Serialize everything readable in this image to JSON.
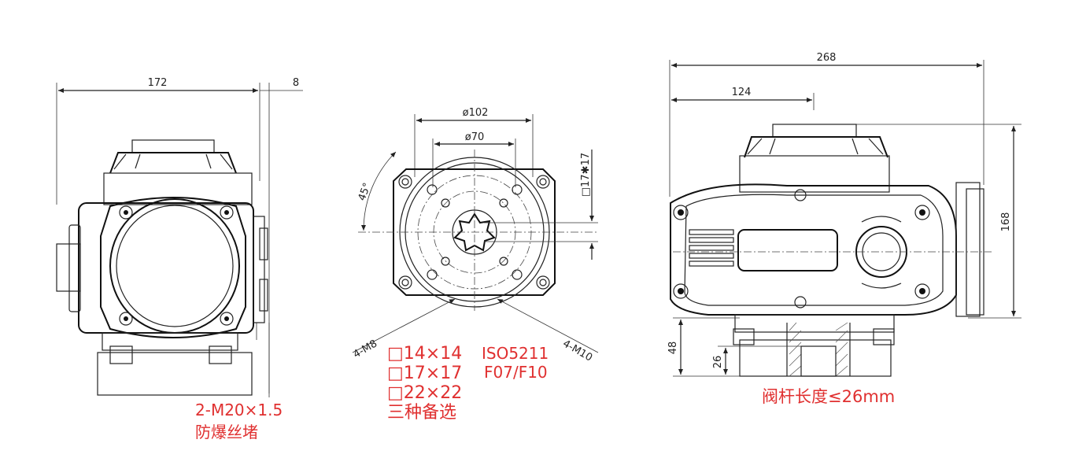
{
  "left_view": {
    "dim_width": "172",
    "dim_offset": "8",
    "callout_line1": "2-M20×1.5",
    "callout_line2": "防爆丝堵"
  },
  "flange_view": {
    "dim_outer_dia": "ø102",
    "dim_inner_dia": "ø70",
    "dim_square": "□17✱17",
    "angle": "45°",
    "bolt_left": "4-M8",
    "bolt_right": "4-M10",
    "options": [
      "□14×14",
      "□17×17",
      "□22×22",
      "三种备选"
    ],
    "standard_line1": "ISO5211",
    "standard_line2": "F07/F10"
  },
  "right_view": {
    "dim_total_length": "268",
    "dim_partial_length": "124",
    "dim_height": "168",
    "dim_base_height": "48",
    "dim_stem_height": "26",
    "stem_note": "阀杆长度≤26mm"
  },
  "colors": {
    "line": "#222222",
    "annotation_red": "#e03030"
  }
}
